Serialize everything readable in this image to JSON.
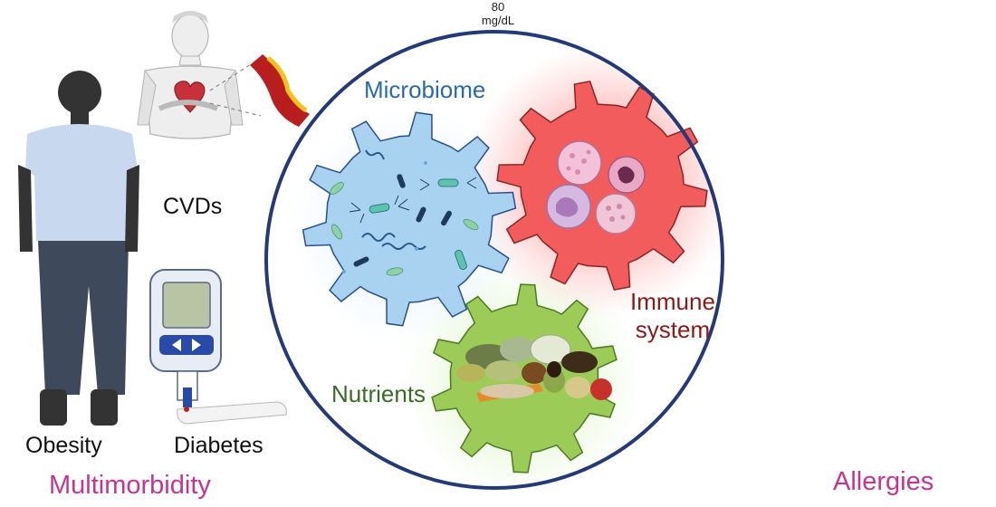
{
  "labels": {
    "microbiome": "Microbiome",
    "immune_line1": "Immune",
    "immune_line2": "system",
    "nutrients": "Nutrients",
    "cvds": "CVDs",
    "obesity": "Obesity",
    "diabetes": "Diabetes",
    "multimorbidity": "Multimorbidity",
    "allergies": "Allergies"
  },
  "meter": {
    "value": "80",
    "unit": "mg/dL"
  },
  "colors": {
    "microbiome_text": "#2a6aa8",
    "immune_text": "#8b1a1a",
    "nutrients_text": "#3a6b28",
    "category_text": "#c5358f",
    "circle_border": "#243a78",
    "microbiome_gear": "#a9d2f0",
    "immune_gear": "#f25c5c",
    "nutrients_gear": "#9ccc57",
    "skin": "#a5877a",
    "hair": "#4a3025",
    "shirt_gray": "#d7d7d7",
    "obesity_shirt": "#c8d8ee",
    "obesity_skin": "#333333",
    "obesity_pants": "#3e4a5c"
  },
  "icons": [
    "obese-person-icon",
    "human-heart-icon",
    "blood-vessel-icon",
    "glucose-meter-icon",
    "sneezing-person-icon",
    "bacteria-icon",
    "immune-cell-icon",
    "food-pile-icon"
  ]
}
